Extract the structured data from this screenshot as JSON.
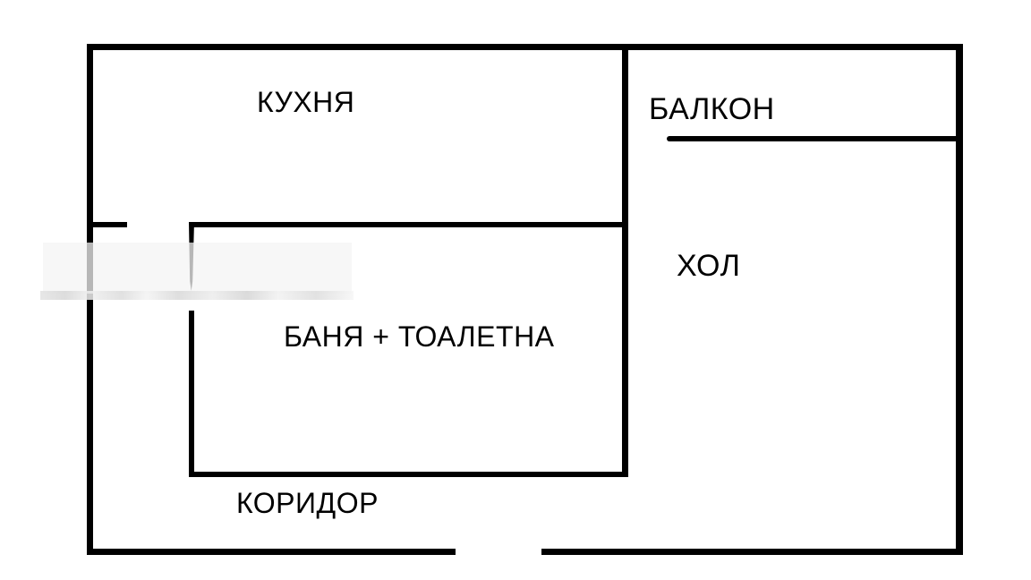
{
  "plan": {
    "rooms": {
      "kitchen": {
        "label": "КУХНЯ"
      },
      "balcony": {
        "label": "БАЛКОН"
      },
      "hall": {
        "label": "ХОЛ"
      },
      "bathroom": {
        "label": "БАНЯ + ТОАЛЕТНА"
      },
      "corridor": {
        "label": "КОРИДОР"
      }
    },
    "colors": {
      "wall": "#000000",
      "background": "#ffffff",
      "smudge": "#f4f4f4",
      "smudge_streak": "#dcdcdc"
    }
  }
}
